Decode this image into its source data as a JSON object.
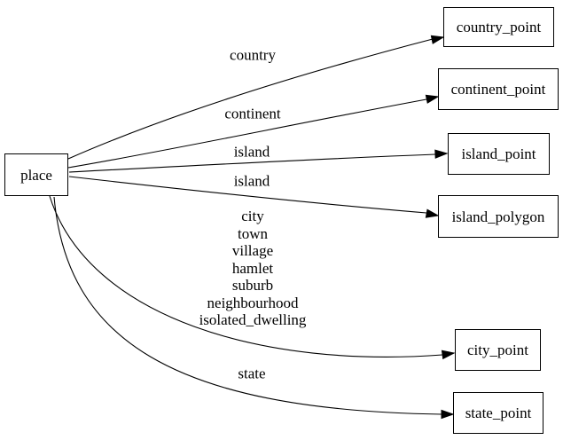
{
  "diagram": {
    "type": "directed-graph",
    "direction": "left-to-right",
    "colors": {
      "background": "#ffffff",
      "node_fill": "#ffffff",
      "node_border": "#000000",
      "edge": "#000000",
      "text": "#000000"
    },
    "nodes": [
      {
        "id": "place",
        "label": "place",
        "shape": "box"
      },
      {
        "id": "country_point",
        "label": "country_point",
        "shape": "box"
      },
      {
        "id": "continent_point",
        "label": "continent_point",
        "shape": "box"
      },
      {
        "id": "island_point",
        "label": "island_point",
        "shape": "box"
      },
      {
        "id": "island_polygon",
        "label": "island_polygon",
        "shape": "box"
      },
      {
        "id": "city_point",
        "label": "city_point",
        "shape": "box"
      },
      {
        "id": "state_point",
        "label": "state_point",
        "shape": "box"
      }
    ],
    "edges": [
      {
        "from": "place",
        "to": "country_point",
        "label": "country"
      },
      {
        "from": "place",
        "to": "continent_point",
        "label": "continent"
      },
      {
        "from": "place",
        "to": "island_point",
        "label": "island"
      },
      {
        "from": "place",
        "to": "island_polygon",
        "label": "island"
      },
      {
        "from": "place",
        "to": "city_point",
        "label": "city\ntown\nvillage\nhamlet\nsuburb\nneighbourhood\nisolated_dwelling"
      },
      {
        "from": "place",
        "to": "state_point",
        "label": "state"
      }
    ]
  }
}
